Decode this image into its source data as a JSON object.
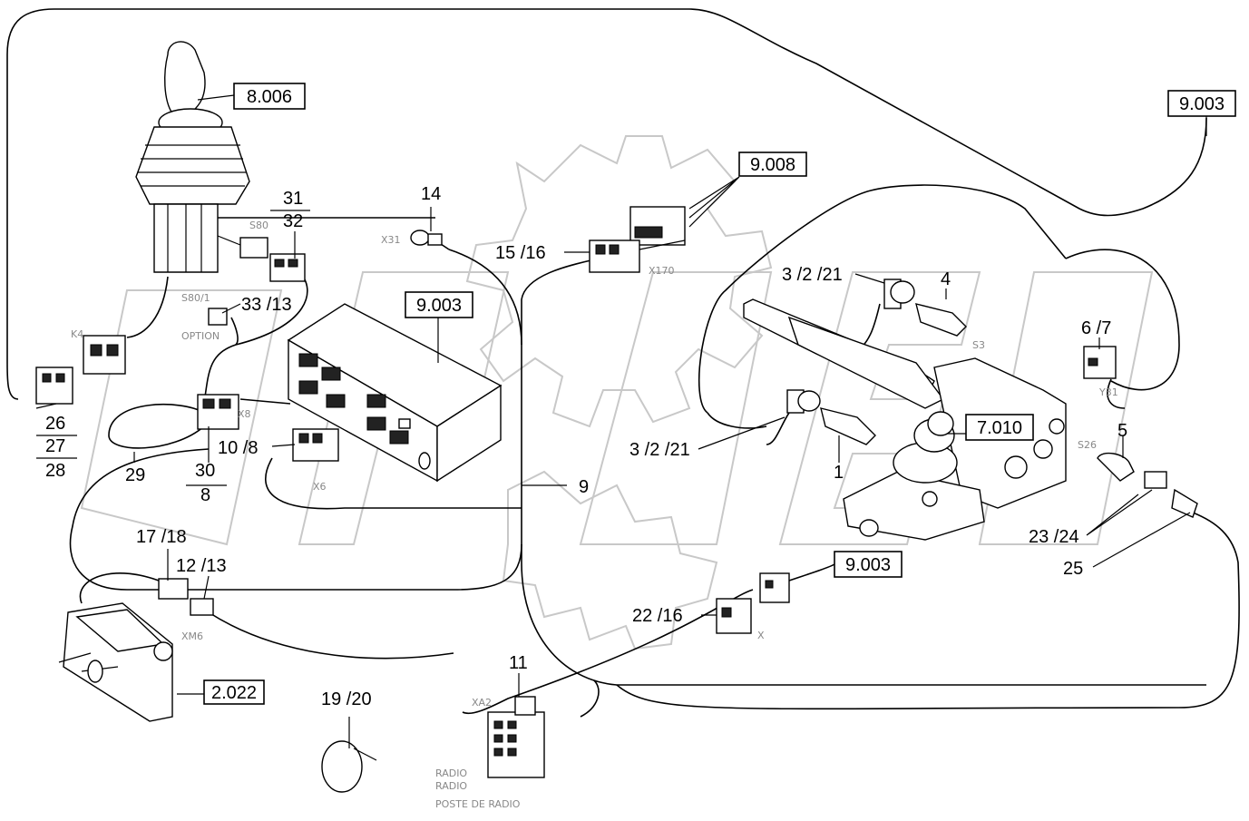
{
  "refs": [
    {
      "id": "r8006",
      "text": "8.006"
    },
    {
      "id": "r9008",
      "text": "9.008"
    },
    {
      "id": "r9003a",
      "text": "9.003"
    },
    {
      "id": "r9003b",
      "text": "9.003"
    },
    {
      "id": "r7010",
      "text": "7.010"
    },
    {
      "id": "r9003c",
      "text": "9.003"
    },
    {
      "id": "r2022",
      "text": "2.022"
    }
  ],
  "labels": {
    "l31": "31",
    "l32": "32",
    "l14": "14",
    "l1516": "15 /16",
    "l3213a": "33 /13",
    "l26": "26",
    "l27": "27",
    "l28": "28",
    "l29": "29",
    "l30": "30",
    "l8": "8",
    "l108": "10 /8",
    "l9": "9",
    "l1718": "17 /18",
    "l1213": "12 /13",
    "l1920": "19 /20",
    "l11": "11",
    "l2216": "22 /16",
    "l3221a": "3 /2 /21",
    "l3221b": "3 /2 /21",
    "l4": "4",
    "l67": "6 /7",
    "l1": "1",
    "l5": "5",
    "l2324": "23 /24",
    "l25": "25"
  },
  "sublabels": {
    "s80": "S80",
    "x31": "X31",
    "x170": "X170",
    "s801": "S80/1",
    "option": "OPTION",
    "k4": "K4",
    "x8": "X8",
    "x6": "X6",
    "xm6": "XM6",
    "xa2": "XA2",
    "radio1": "RADIO",
    "radio2": "RADIO",
    "poste": "POSTE DE RADIO",
    "s3": "S3",
    "y31": "Y31",
    "s26": "S26",
    "x": "X"
  }
}
